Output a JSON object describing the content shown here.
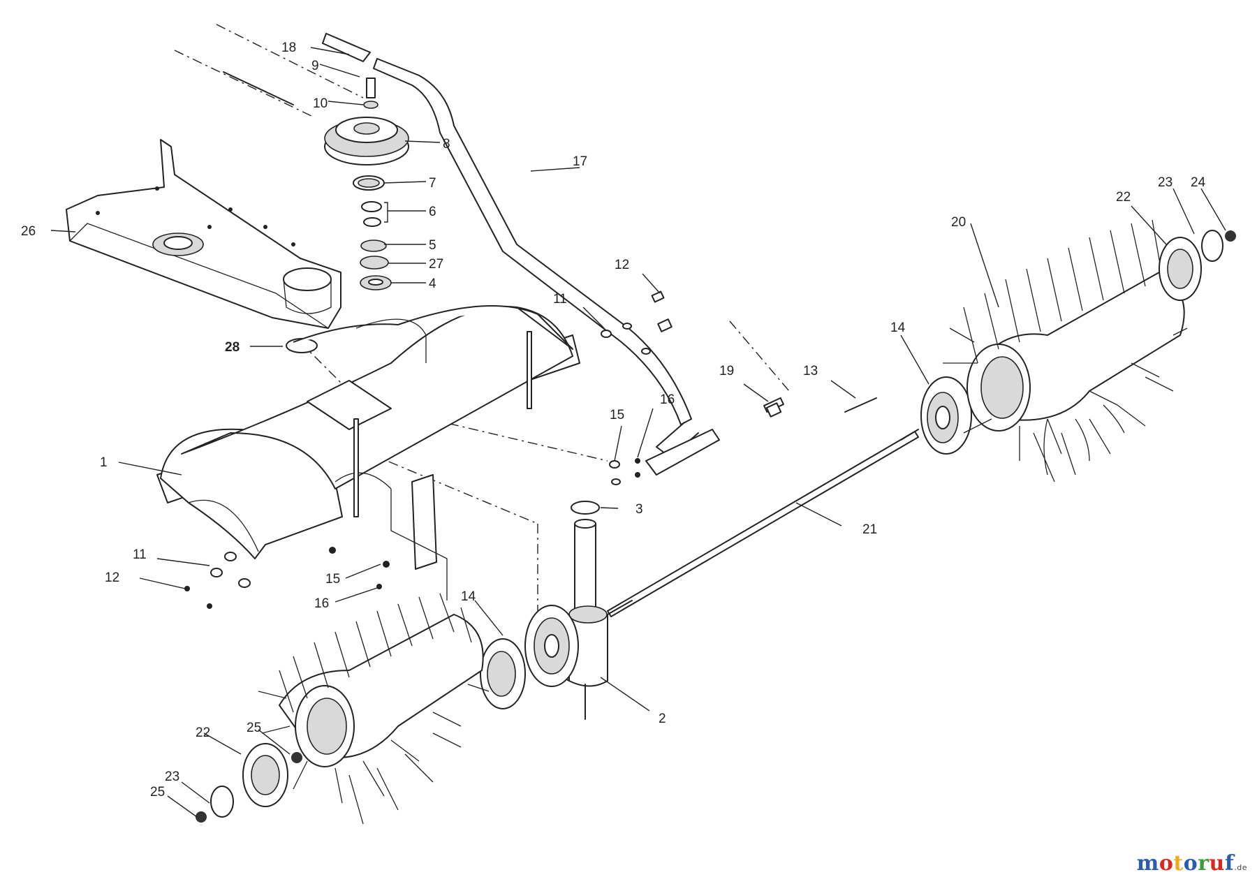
{
  "figure": {
    "callouts": [
      {
        "id": "c18",
        "text": "18"
      },
      {
        "id": "c9",
        "text": "9"
      },
      {
        "id": "c10",
        "text": "10"
      },
      {
        "id": "c8",
        "text": "8"
      },
      {
        "id": "c7",
        "text": "7"
      },
      {
        "id": "c6",
        "text": "6"
      },
      {
        "id": "c5",
        "text": "5"
      },
      {
        "id": "c27",
        "text": "27"
      },
      {
        "id": "c4",
        "text": "4"
      },
      {
        "id": "c26",
        "text": "26"
      },
      {
        "id": "c28",
        "text": "28"
      },
      {
        "id": "c17",
        "text": "17"
      },
      {
        "id": "c12a",
        "text": "12"
      },
      {
        "id": "c11a",
        "text": "11"
      },
      {
        "id": "c19",
        "text": "19"
      },
      {
        "id": "c13",
        "text": "13"
      },
      {
        "id": "c14a",
        "text": "14"
      },
      {
        "id": "c20",
        "text": "20"
      },
      {
        "id": "c22a",
        "text": "22"
      },
      {
        "id": "c23a",
        "text": "23"
      },
      {
        "id": "c24",
        "text": "24"
      },
      {
        "id": "c15a",
        "text": "15"
      },
      {
        "id": "c16a",
        "text": "16"
      },
      {
        "id": "c1",
        "text": "1"
      },
      {
        "id": "c3",
        "text": "3"
      },
      {
        "id": "c21",
        "text": "21"
      },
      {
        "id": "c11b",
        "text": "11"
      },
      {
        "id": "c12b",
        "text": "12"
      },
      {
        "id": "c15b",
        "text": "15"
      },
      {
        "id": "c16b",
        "text": "16"
      },
      {
        "id": "c14b",
        "text": "14"
      },
      {
        "id": "c2",
        "text": "2"
      },
      {
        "id": "c22b",
        "text": "22"
      },
      {
        "id": "c25a",
        "text": "25"
      },
      {
        "id": "c23b",
        "text": "23"
      },
      {
        "id": "c25b",
        "text": "25"
      }
    ]
  },
  "watermark": {
    "letters": [
      "m",
      "o",
      "t",
      "o",
      "r",
      "u",
      "f"
    ],
    "colors": [
      "#2a5db0",
      "#d9281e",
      "#f0a81c",
      "#2a5db0",
      "#3b9a3b",
      "#d9281e",
      "#2a5db0"
    ],
    "suffix": ".de"
  }
}
